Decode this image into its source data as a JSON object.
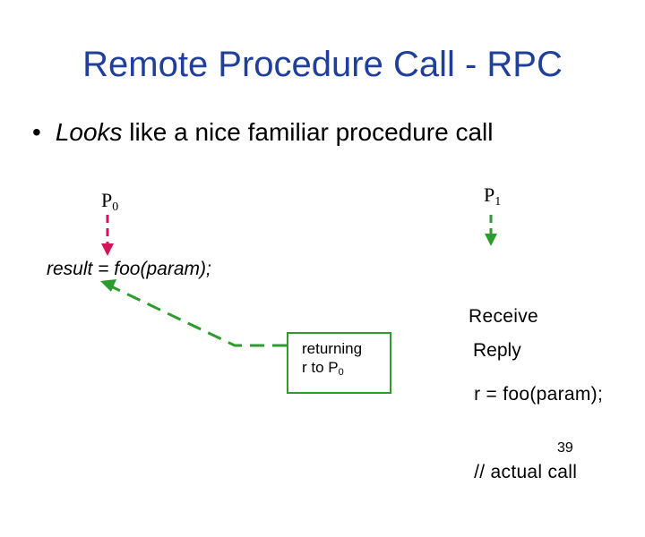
{
  "title": "Remote Procedure Call - RPC",
  "bullet": {
    "marker": "•",
    "emph": "Looks",
    "rest": " like a nice familiar procedure call"
  },
  "p0": {
    "base": "P",
    "sub": "0"
  },
  "p1": {
    "base": "P",
    "sub": "1"
  },
  "caller_code": "result = foo(param);",
  "server_lines": [
    "Receive",
    " r = foo(param);",
    " // actual call"
  ],
  "reply": "Reply",
  "return_box": {
    "line1": "returning",
    "line2": "r to P",
    "sub": "0"
  },
  "page_number": "39",
  "colors": {
    "title": "#1f3f9a",
    "arrow_red": "#d4145a",
    "arrow_green": "#2e9b2e"
  }
}
